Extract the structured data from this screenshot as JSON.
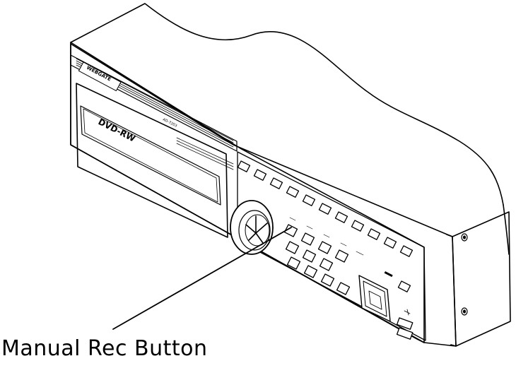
{
  "device": {
    "brand_text": "WEBGATE",
    "drive_text": "DVD-RW",
    "drive_model_text": "AD-7203"
  },
  "callout": {
    "label": "Manual Rec Button"
  },
  "colors": {
    "line": "#000000",
    "background": "#ffffff",
    "panel_fill": "#ffffff"
  }
}
